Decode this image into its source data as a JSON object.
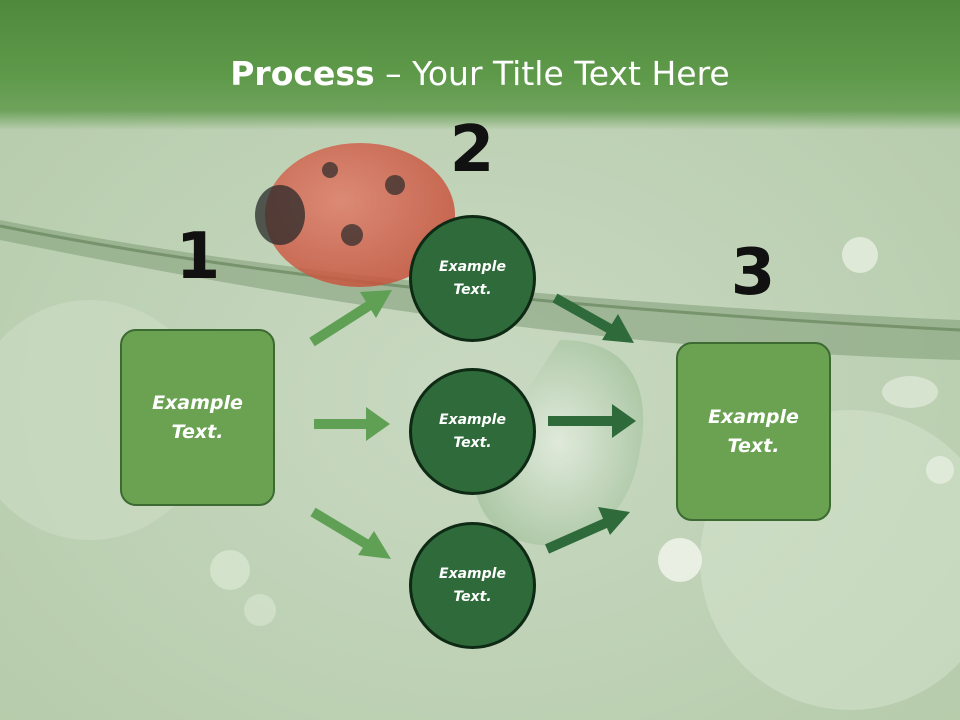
{
  "title": {
    "bold": "Process",
    "rest": " – Your Title Text Here"
  },
  "numbers": [
    "1",
    "2",
    "3"
  ],
  "left_box": {
    "text_line1": "Example",
    "text_line2": "Text."
  },
  "circles": [
    {
      "line1": "Example",
      "line2": "Text."
    },
    {
      "line1": "Example",
      "line2": "Text."
    },
    {
      "line1": "Example",
      "line2": "Text."
    }
  ],
  "right_box": {
    "text_line1": "Example",
    "text_line2": "Text."
  },
  "colors": {
    "title_bar": "#5a9446",
    "box_fill": "#6aa252",
    "circle_fill": "#2f6a3a",
    "arrow_light": "#5fa055",
    "arrow_dark": "#2f6a3a"
  }
}
